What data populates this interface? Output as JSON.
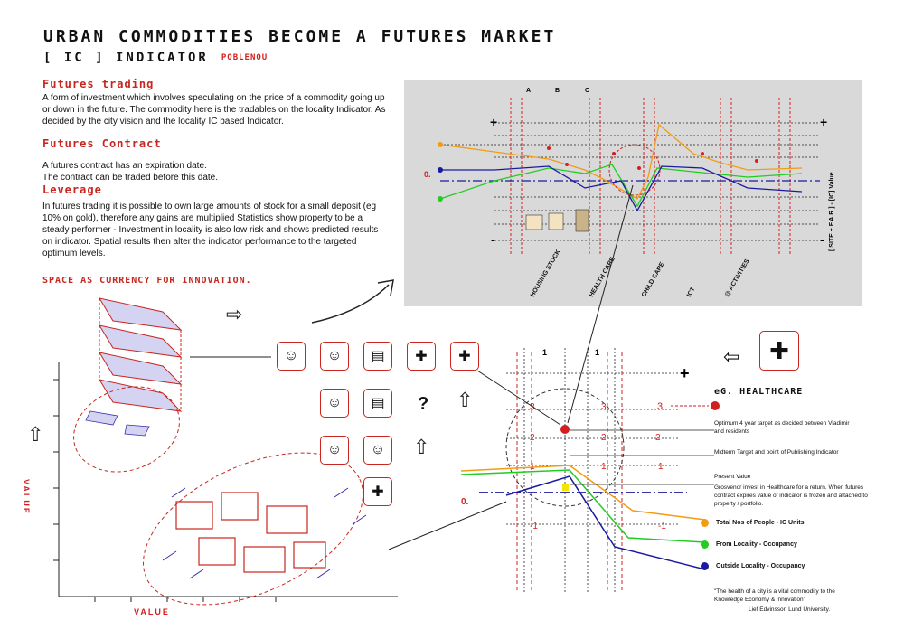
{
  "title": "URBAN COMMODITIES BECOME A FUTURES MARKET",
  "subtitle": "[ IC ]  INDICATOR",
  "location": "POBLENOU",
  "sections": {
    "futures_trading": {
      "heading": "Futures trading",
      "text": "A form of investment which involves speculating on the price of a commodity going up or down in the future. The commodity here is the tradables on the locality Indicator. As decided by the city vision and the locality IC based Indicator."
    },
    "futures_contract": {
      "heading": "Futures Contract",
      "line1": "A futures contract has an expiration date.",
      "line2": "The contract can be traded before this date."
    },
    "leverage": {
      "heading": "Leverage",
      "text": "In futures trading it is possible to own large amounts of stock for a small deposit (eg 10% on gold), therefore any gains are multiplied Statistics show property to be a steady performer - Investment in locality is also low risk and shows predicted results on indicator. Spatial results then alter the indicator performance to the targeted optimum levels."
    },
    "space_heading": "SPACE AS CURRENCY FOR INNOVATION."
  },
  "top_chart": {
    "column_labels": [
      "A",
      "B",
      "C"
    ],
    "zero_label": "0.",
    "axis_label": "[ SITE + F.A.R ]  -  [IC] Value",
    "categories": [
      "HOUSING STOCK",
      "HEALTH CARE",
      "CHILD CARE",
      "ICT",
      "@ ACTIVITIES"
    ],
    "plus": "+",
    "minus": "-"
  },
  "healthcare": {
    "eg_label": "eG. HEALTHCARE",
    "level_3": "3",
    "level_2": "2",
    "level_1": "1",
    "level_m1": "-1",
    "zero": "0.",
    "target_note": "Optimum 4 year target as decided between Vladimir and residents",
    "midterm_note": "Midterm Target  and point of Publishing Indicator",
    "present_title": "Present Value",
    "present_note": "Grosvenor invest in Healthcare for a return. When futures contract expires value of indicator is frozen and attached to property / portfolio.",
    "legend": [
      {
        "label": "Total Nos of People - IC Units",
        "color": "#f39c12"
      },
      {
        "label": "From Locality - Occupancy",
        "color": "#22cc22"
      },
      {
        "label": "Outside Locality - Occupancy",
        "color": "#1a1aa0"
      }
    ],
    "quote": "\"The health of a city is a vital commodity to the Knowledge Economy & innovation\"",
    "quote_author": "Lief Edvinsson Lund University."
  },
  "axes": {
    "value_v": "VALUE",
    "value_h": "VALUE"
  },
  "question": "?",
  "colors": {
    "accent_red": "#d21f1f",
    "orange": "#f39c12",
    "green": "#22cc22",
    "blue": "#1a1aa0",
    "panel_grey": "#d9d9d9"
  }
}
